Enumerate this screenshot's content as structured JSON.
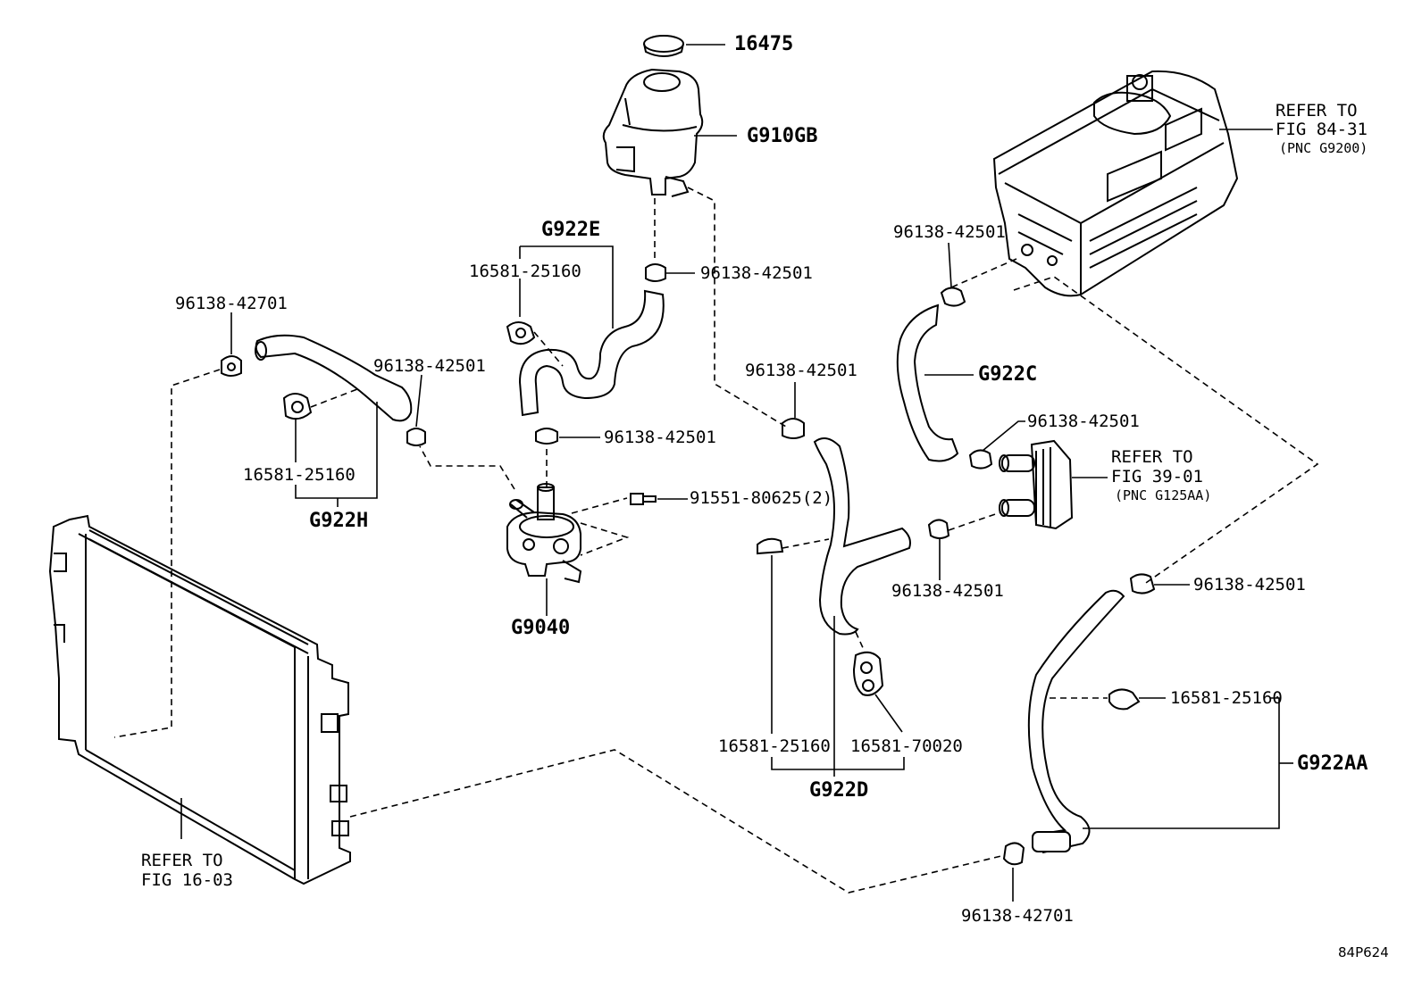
{
  "diagram_id": "84P624",
  "labels": {
    "cap": "16475",
    "reservoir": "G910GB",
    "inverter_ref": [
      "REFER TO",
      "FIG 84-31",
      "(PNC G9200)"
    ],
    "hose_e": "G922E",
    "clip_e_upper": "16581-25160",
    "clamp_reservoir_lower": "96138-42501",
    "clamp_radiator_upper": "96138-42701",
    "clamp_hose_h_end": "96138-42501",
    "clip_h": "16581-25160",
    "hose_h": "G922H",
    "clamp_pump_inlet": "96138-42501",
    "bolt": "91551-80625(2)",
    "pump": "G9040",
    "clamp_inverter_top": "96138-42501",
    "hose_c": "G922C",
    "clamp_mid_d": "96138-42501",
    "clamp_cooler_in": "96138-42501",
    "cooler_ref": [
      "REFER TO",
      "FIG 39-01",
      "(PNC G125AA)"
    ],
    "clamp_cooler_out": "96138-42501",
    "clamp_aa_top": "96138-42501",
    "clip_d_left": "16581-25160",
    "clip_d_right": "16581-70020",
    "hose_d": "G922D",
    "clip_aa": "16581-25160",
    "hose_aa": "G922AA",
    "clamp_aa_bottom": "96138-42701",
    "radiator_ref": [
      "REFER TO",
      "FIG 16-03"
    ]
  }
}
